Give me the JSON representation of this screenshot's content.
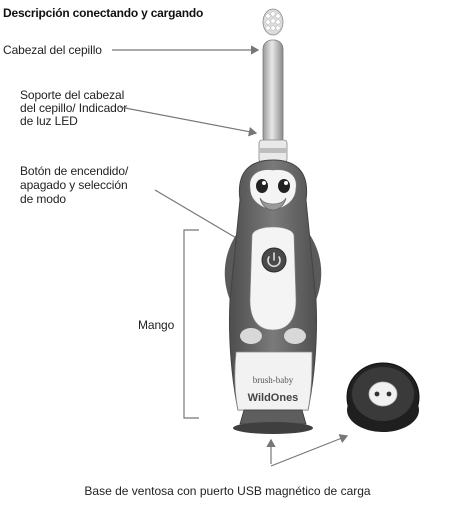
{
  "title": "Descripción conectando y cargando",
  "labels": {
    "brush_head": "Cabezal del cepillo",
    "head_holder_line1": "Soporte del cabezal",
    "head_holder_line2": "del cepillo/ Indicador",
    "head_holder_line3": "de luz LED",
    "power_button_line1": "Botón de encendido/",
    "power_button_line2": "apagado y selección",
    "power_button_line3": "de modo",
    "handle": "Mango",
    "base_caption": "Base de ventosa con puerto USB magnético de carga"
  },
  "brand": {
    "logo_text": "brush-baby",
    "product_text": "WildOnes"
  },
  "colors": {
    "body_dark": "#6b6b6b",
    "body_light": "#f2f2f2",
    "line": "#777777",
    "bristles": "#e6e6e6"
  }
}
